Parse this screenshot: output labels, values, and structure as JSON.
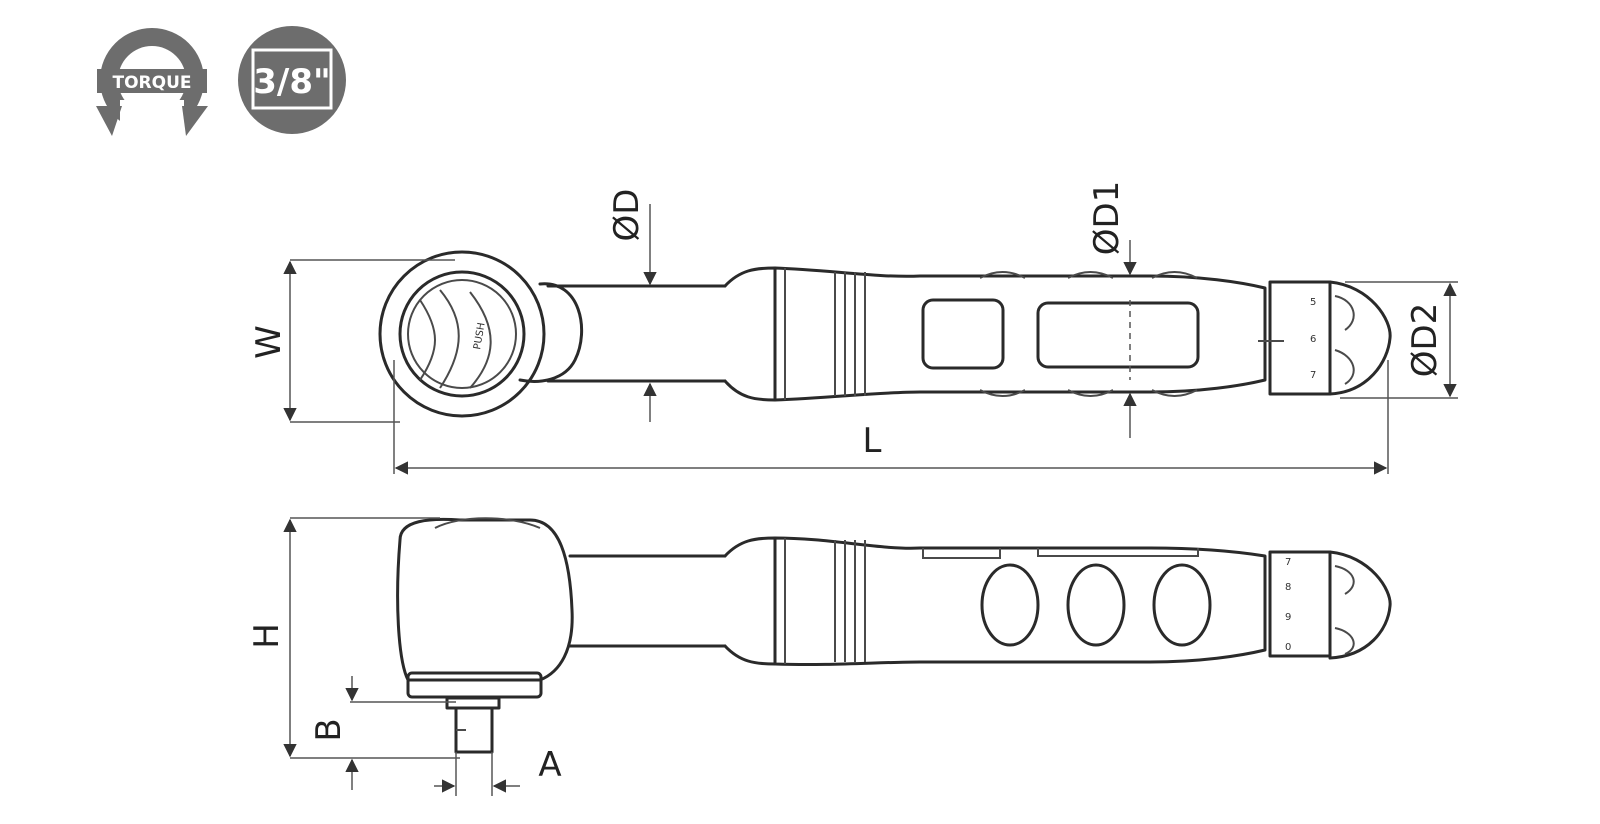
{
  "icons": {
    "torque_label": "TORQUE",
    "drive_size": "3/8\"",
    "icon_color": "#6d6d6d"
  },
  "dimensions": {
    "diameter_d": "ØD",
    "diameter_d1": "ØD1",
    "diameter_d2": "ØD2",
    "width": "W",
    "length": "L",
    "height": "H",
    "b": "B",
    "a": "A"
  },
  "head_markings": {
    "push": "PUSH"
  },
  "scale_top": [
    "5",
    "6",
    "7"
  ],
  "scale_bottom": [
    "7",
    "8",
    "9",
    "0"
  ]
}
